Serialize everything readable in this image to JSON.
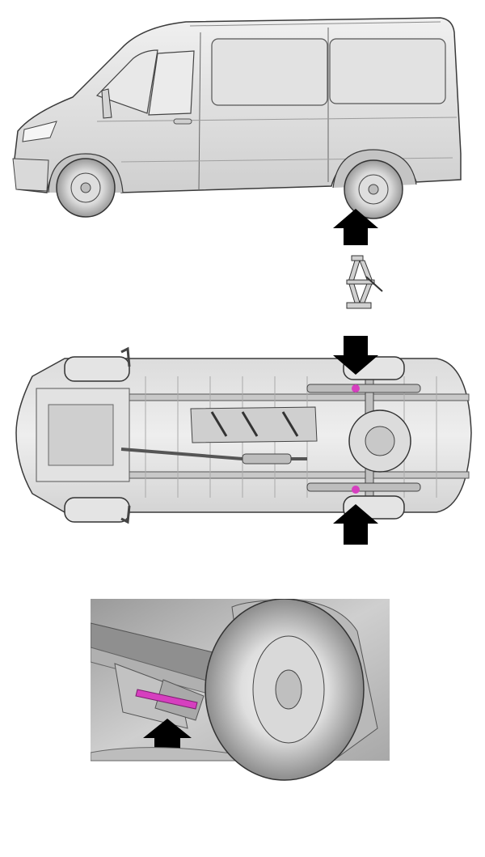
{
  "illustration": {
    "views": [
      "side-view",
      "jack",
      "underbody-view",
      "closeup-view"
    ]
  },
  "colors": {
    "background": "#ffffff",
    "body": "#e6e6e6",
    "outline": "#3a3a3a",
    "arrow": "#000000",
    "jack_point": "#d63fbf"
  }
}
